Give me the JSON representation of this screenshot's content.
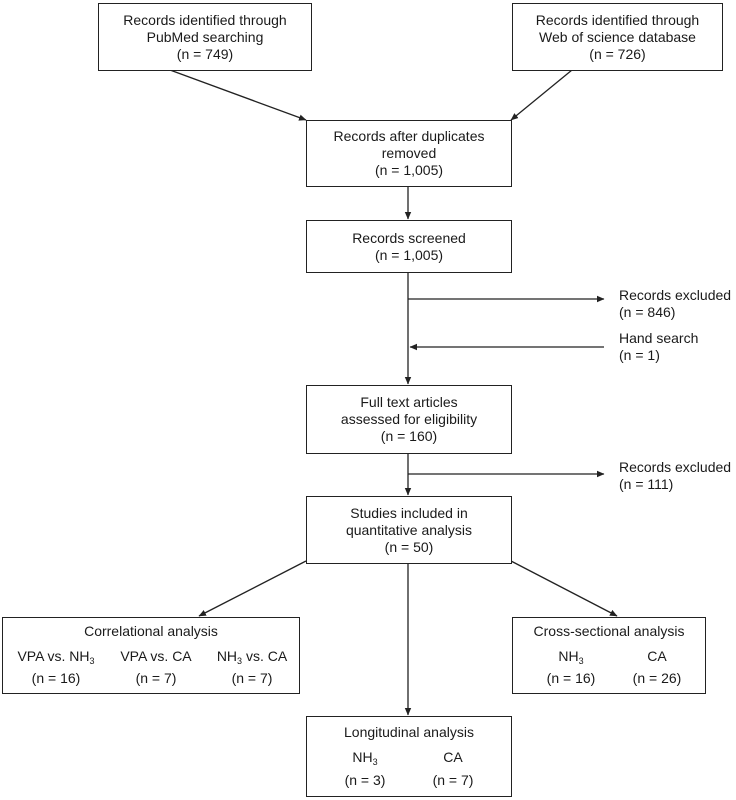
{
  "pubmed": {
    "line1": "Records identified through",
    "line2": "PubMed searching",
    "n": "(n = 749)"
  },
  "wos": {
    "line1": "Records identified through",
    "line2": "Web of science database",
    "n": "(n = 726)"
  },
  "dedup": {
    "line1": "Records after duplicates",
    "line2": "removed",
    "n": "(n = 1,005)"
  },
  "screened": {
    "line1": "Records screened",
    "n": "(n = 1,005)"
  },
  "excluded1": {
    "line1": "Records excluded",
    "n": "(n = 846)"
  },
  "hand": {
    "line1": "Hand search",
    "n": "(n = 1)"
  },
  "fulltext": {
    "line1": "Full text articles",
    "line2": "assessed for eligibility",
    "n": "(n = 160)"
  },
  "excluded2": {
    "line1": "Records excluded",
    "n": "(n = 111)"
  },
  "included": {
    "line1": "Studies included in",
    "line2": "quantitative analysis",
    "n": "(n = 50)"
  },
  "correlational": {
    "title": "Correlational analysis",
    "c1": {
      "a": "VPA vs. NH",
      "sub": "3",
      "b": "",
      "n": "(n = 16)"
    },
    "c2": {
      "a": "VPA vs. CA",
      "n": "(n = 7)"
    },
    "c3": {
      "a": "NH",
      "sub": "3",
      "b": " vs. CA",
      "n": "(n = 7)"
    }
  },
  "cross": {
    "title": "Cross-sectional analysis",
    "c1": {
      "a": "NH",
      "sub": "3",
      "n": "(n = 16)"
    },
    "c2": {
      "a": "CA",
      "n": "(n = 26)"
    }
  },
  "longitudinal": {
    "title": "Longitudinal analysis",
    "c1": {
      "a": "NH",
      "sub": "3",
      "n": "(n = 3)"
    },
    "c2": {
      "a": "CA",
      "n": "(n = 7)"
    }
  }
}
